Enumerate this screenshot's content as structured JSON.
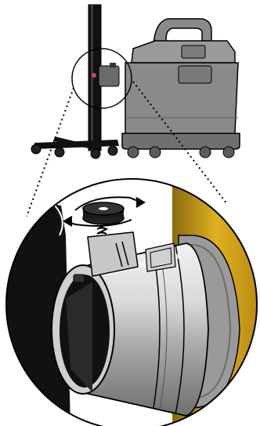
{
  "illustration": {
    "top_view": {
      "stand": "stand-pole",
      "vacuum": "vacuum-unit",
      "callout": "callout-circle"
    },
    "detail_view": {
      "knob": "adjustment-knob",
      "rotation": "rotation-arrows",
      "adapter": "hose-adapter-cylinder",
      "label_plate": "brand-label-plate",
      "flange": "yellow-flange"
    },
    "colors": {
      "stand": "#111111",
      "vacuum_body": "#8a8a8a",
      "vacuum_dark": "#5c5c5c",
      "cylinder_light": "#e8e8e8",
      "cylinder_mid": "#b9b9b9",
      "cylinder_dark": "#7a7a7a",
      "accent_yellow": "#d4a21a",
      "accent_yellow_dark": "#8a6a10",
      "outline": "#000000"
    }
  }
}
